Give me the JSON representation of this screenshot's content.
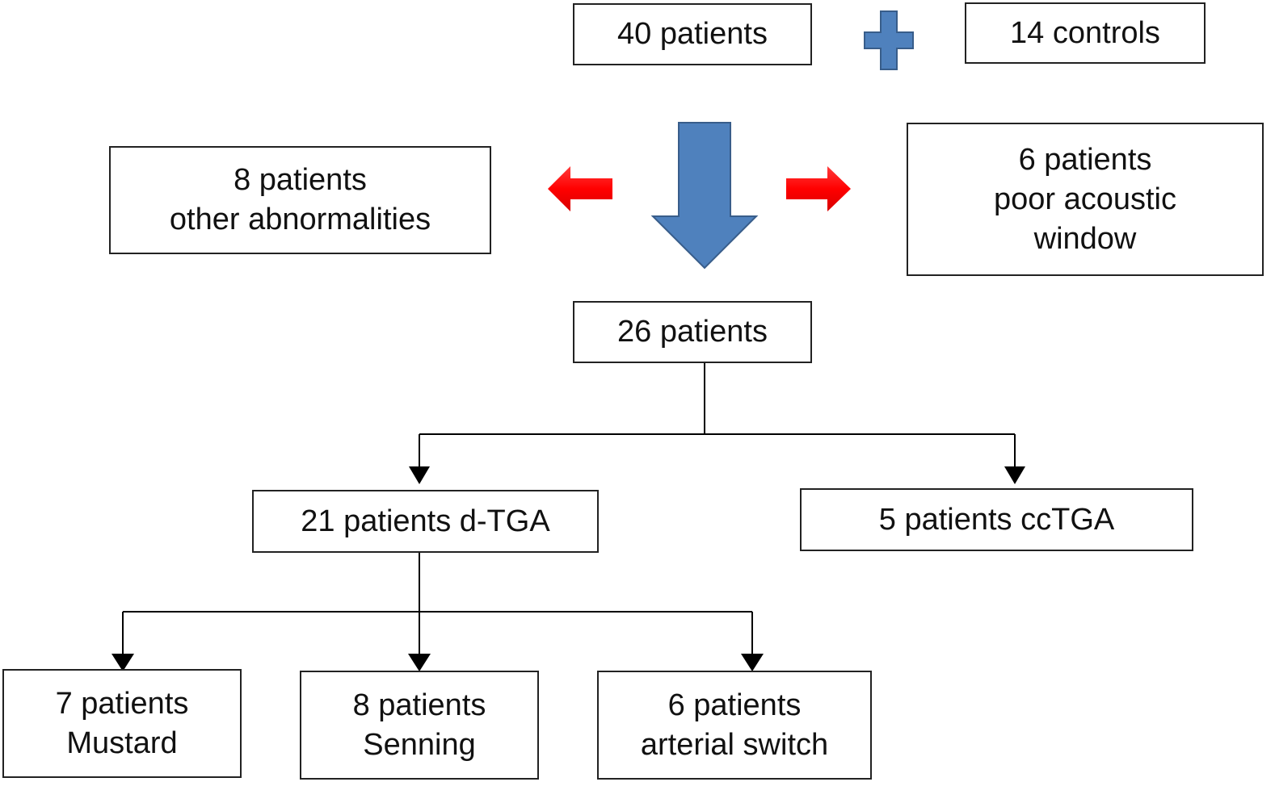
{
  "boxes": {
    "patients": [
      "40 patients"
    ],
    "controls": [
      "14 controls"
    ],
    "excluded_other": [
      "8 patients",
      "other abnormalities"
    ],
    "excluded_window": [
      "6 patients",
      "poor acoustic",
      "window"
    ],
    "included": [
      "26 patients"
    ],
    "dtga": [
      "21 patients d-TGA"
    ],
    "cctga": [
      "5 patients ccTGA"
    ],
    "mustard": [
      "7 patients",
      "Mustard"
    ],
    "senning": [
      "8 patients",
      "Senning"
    ],
    "switch": [
      "6 patients",
      "arterial switch"
    ]
  },
  "colors": {
    "flow_arrow": "#4f81bd",
    "flow_arrow_edge": "#385d8a",
    "exclusion_arrow": "#ff0000",
    "line": "#000000"
  },
  "icons": {
    "plus": "plus-icon",
    "down_arrow": "big-down-arrow-icon",
    "left_arrow": "left-arrow-icon",
    "right_arrow": "right-arrow-icon"
  }
}
